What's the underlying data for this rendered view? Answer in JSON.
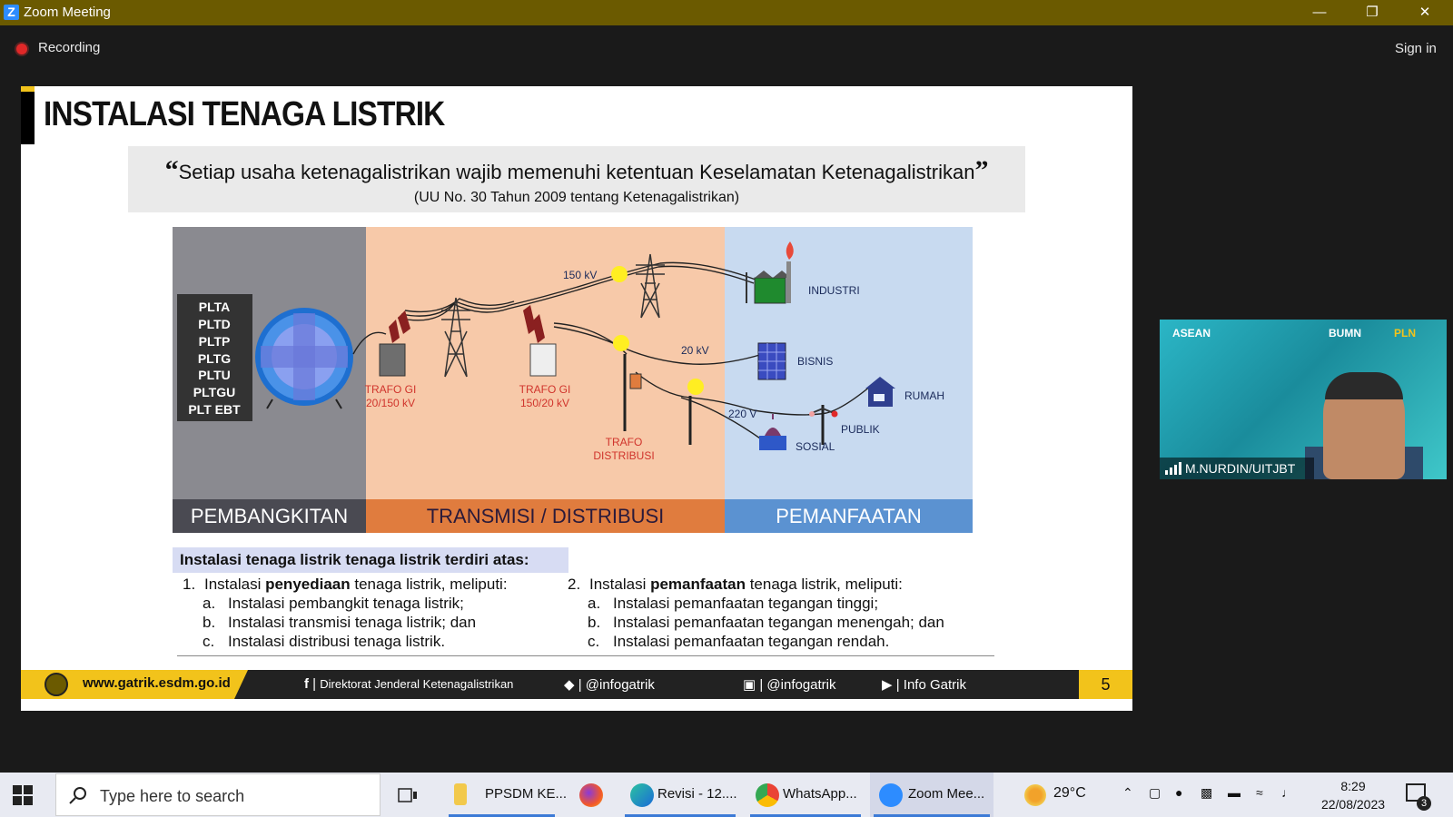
{
  "window": {
    "title": "Zoom Meeting",
    "app_icon": "Z"
  },
  "zoom": {
    "recording_label": "Recording",
    "sign_in_label": "Sign in"
  },
  "slide": {
    "title": "INSTALASI TENAGA LISTRIK",
    "quote_open": "“",
    "quote_text": "Setiap usaha ketenagalistrikan wajib memenuhi ketentuan Keselamatan Ketenagalistrikan",
    "quote_close": "”",
    "quote_source": "(UU No. 30 Tahun 2009 tentang Ketenagalistrikan)",
    "diagram": {
      "plants": [
        "PLTA",
        "PLTD",
        "PLTP",
        "PLTG",
        "PLTU",
        "PLTGU",
        "PLT EBT"
      ],
      "sections": [
        "PEMBANGKITAN",
        "TRANSMISI / DISTRIBUSI",
        "PEMANFAATAN"
      ],
      "labels": {
        "trafo_gi_1": [
          "TRAFO GI",
          "20/150 kV"
        ],
        "trafo_gi_2": [
          "TRAFO GI",
          "150/20 kV"
        ],
        "trafo_dist": [
          "TRAFO",
          "DISTRIBUSI"
        ],
        "v150": "150 kV",
        "v20": "20 kV",
        "v220": "220 V",
        "industri": "INDUSTRI",
        "bisnis": "BISNIS",
        "rumah": "RUMAH",
        "publik": "PUBLIK",
        "sosial": "SOSIAL"
      },
      "colors": {
        "pembangkitan_bg": "#8a8a90",
        "transmisi_bg": "#f7c9a9",
        "pemanfaatan_bg": "#c8daf0",
        "pembangkitan_lbl": "#4a4a52",
        "transmisi_lbl": "#e07c3e",
        "pemanfaatan_lbl": "#5b92d1",
        "label_red": "#d0342c"
      }
    },
    "list_heading": "Instalasi tenaga listrik tenaga listrik terdiri atas:",
    "col1": {
      "num": "1.",
      "pre": "Instalasi ",
      "bold": "penyediaan",
      "post": " tenaga listrik, meliputi:",
      "items": [
        {
          "l": "a.",
          "t": "Instalasi pembangkit tenaga listrik;"
        },
        {
          "l": "b.",
          "t": "Instalasi transmisi tenaga listrik; dan"
        },
        {
          "l": "c.",
          "t": "Instalasi distribusi tenaga listrik."
        }
      ]
    },
    "col2": {
      "num": "2.",
      "pre": "Instalasi ",
      "bold": "pemanfaatan",
      "post": " tenaga listrik, meliputi:",
      "items": [
        {
          "l": "a.",
          "t": "Instalasi pemanfaatan tegangan tinggi;"
        },
        {
          "l": "b.",
          "t": "Instalasi pemanfaatan tegangan menengah; dan"
        },
        {
          "l": "c.",
          "t": "Instalasi pemanfaatan tegangan rendah."
        }
      ]
    },
    "footer": {
      "website": "www.gatrik.esdm.go.id",
      "facebook": "Direktorat Jenderal Ketenagalistrikan",
      "twitter": "@infogatrik",
      "instagram": "@infogatrik",
      "youtube": "Info Gatrik",
      "page_number": "5"
    }
  },
  "video": {
    "participant_name": "M.NURDIN/UITJBT",
    "logos": {
      "asean": "ASEAN",
      "bumn": "BUMN",
      "pln": "PLN"
    }
  },
  "taskbar": {
    "search_placeholder": "Type here to search",
    "apps": [
      {
        "label": "PPSDM KE...",
        "icon": "folder-icon"
      },
      {
        "label": "Revisi - 12....",
        "icon": "edge-icon"
      },
      {
        "label": "WhatsApp...",
        "icon": "chrome-icon"
      },
      {
        "label": "Zoom Mee...",
        "icon": "zoom-icon"
      }
    ],
    "weather": "29°C",
    "time": "8:29",
    "date": "22/08/2023",
    "notification_count": "3"
  }
}
